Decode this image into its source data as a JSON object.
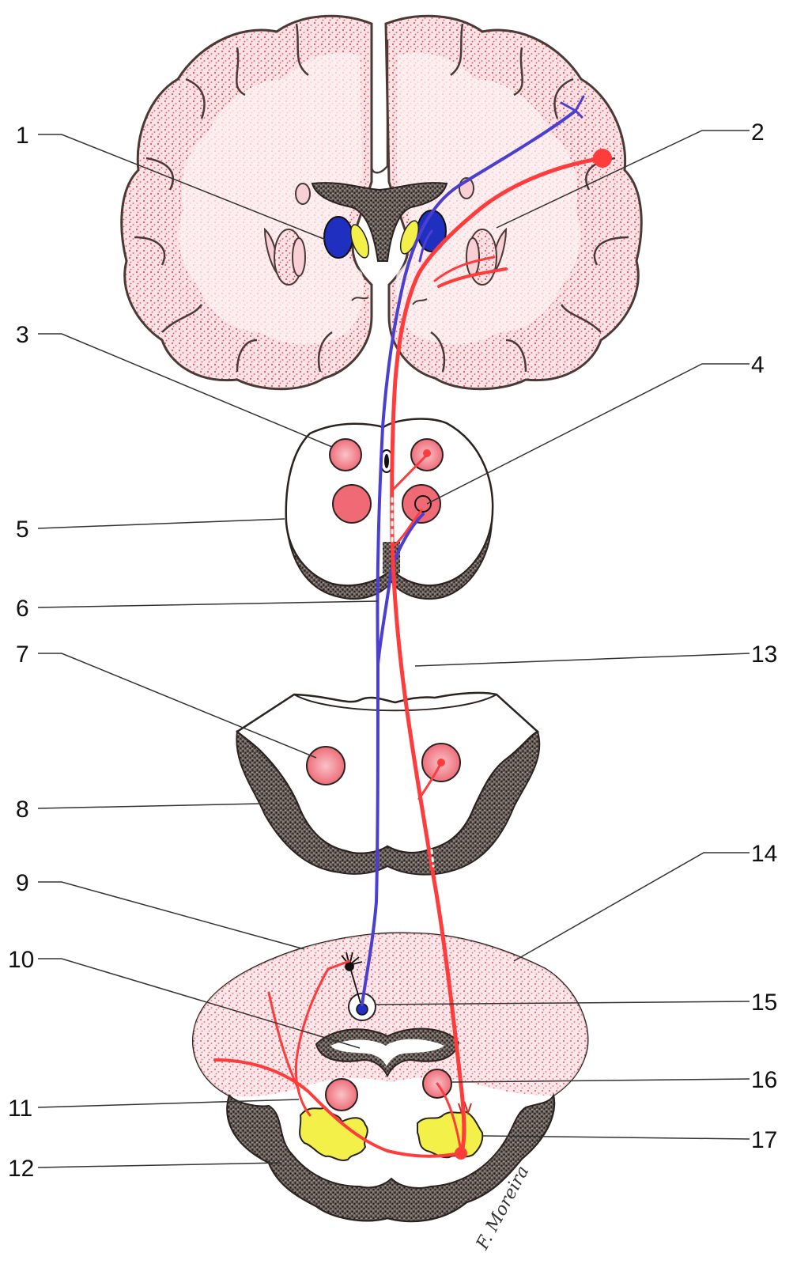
{
  "figure": {
    "labels": [
      "1",
      "2",
      "3",
      "4",
      "5",
      "6",
      "7",
      "8",
      "9",
      "10",
      "11",
      "12",
      "13",
      "14",
      "15",
      "16",
      "17"
    ],
    "signature": "F. Moreira"
  },
  "colors": {
    "cortex_fill": "#f7cfd4",
    "cortex_stipple": "#e8505e",
    "cortex_outline": "#4a3a36",
    "dark_edge": "#2b2320",
    "blue_pathway": "#4a3fd0",
    "red_pathway": "#ff3b3b",
    "red_pathway_light": "#f05a6a",
    "yellow_nucleus": "#f4f04a",
    "blue_nucleus": "#1f2fc0",
    "nucleus_pink": "#f27a84"
  }
}
